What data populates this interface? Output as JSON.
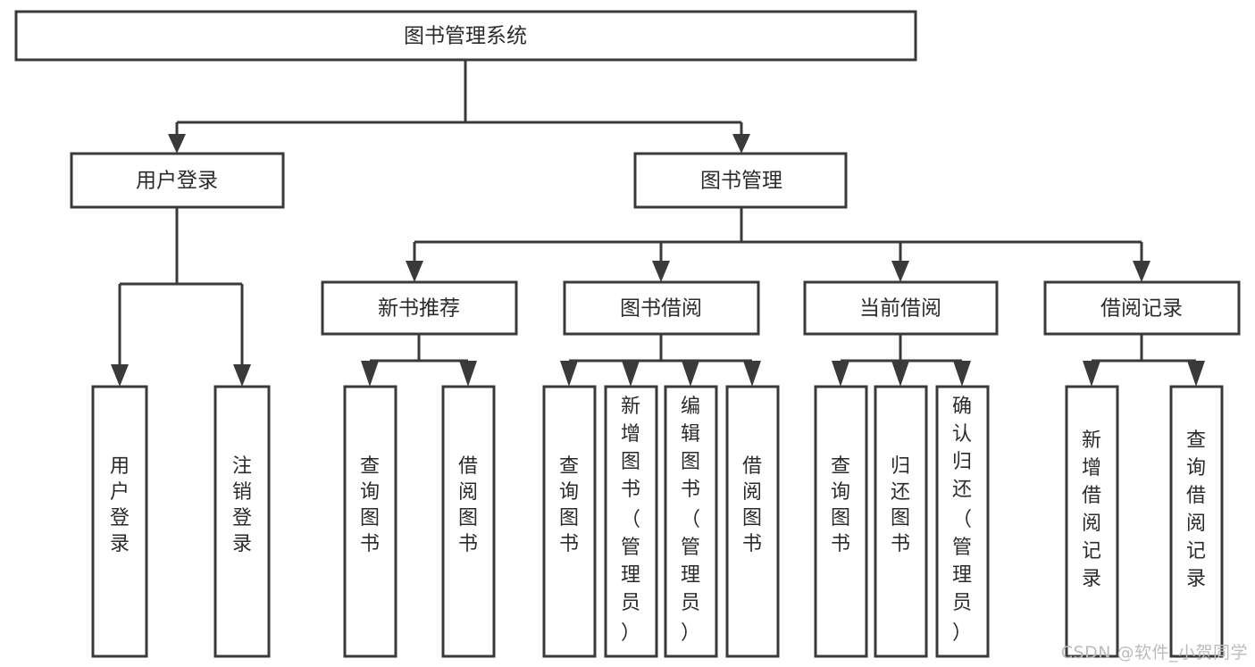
{
  "diagram": {
    "type": "tree-hierarchy-flowchart",
    "title": "图书管理系统",
    "watermark": "CSDN @软件_小贺同学",
    "colors": {
      "stroke": "#3a3a3a",
      "fill": "#ffffff",
      "text": "#2b2b2b",
      "watermark": "#bcbcbc",
      "background": "#ffffff"
    },
    "levels": {
      "root": {
        "label": "图书管理系统",
        "orientation": "horizontal"
      },
      "level2": [
        {
          "label": "用户登录",
          "orientation": "horizontal"
        },
        {
          "label": "图书管理",
          "orientation": "horizontal"
        }
      ],
      "level3": [
        {
          "label": "新书推荐",
          "orientation": "horizontal",
          "parent": "图书管理"
        },
        {
          "label": "图书借阅",
          "orientation": "horizontal",
          "parent": "图书管理"
        },
        {
          "label": "当前借阅",
          "orientation": "horizontal",
          "parent": "图书管理"
        },
        {
          "label": "借阅记录",
          "orientation": "horizontal",
          "parent": "图书管理"
        }
      ],
      "leaves": [
        {
          "label": "用户登录",
          "parent": "用户登录",
          "orientation": "vertical"
        },
        {
          "label": "注销登录",
          "parent": "用户登录",
          "orientation": "vertical"
        },
        {
          "label": "查询图书",
          "parent": "新书推荐",
          "orientation": "vertical"
        },
        {
          "label": "借阅图书",
          "parent": "新书推荐",
          "orientation": "vertical"
        },
        {
          "label": "查询图书",
          "parent": "图书借阅",
          "orientation": "vertical"
        },
        {
          "label": "新增图书（管理员）",
          "parent": "图书借阅",
          "orientation": "vertical"
        },
        {
          "label": "编辑图书（管理员）",
          "parent": "图书借阅",
          "orientation": "vertical"
        },
        {
          "label": "借阅图书",
          "parent": "图书借阅",
          "orientation": "vertical"
        },
        {
          "label": "查询图书",
          "parent": "当前借阅",
          "orientation": "vertical"
        },
        {
          "label": "归还图书",
          "parent": "当前借阅",
          "orientation": "vertical"
        },
        {
          "label": "确认归还（管理员）",
          "parent": "当前借阅",
          "orientation": "vertical"
        },
        {
          "label": "新增借阅记录",
          "parent": "借阅记录",
          "orientation": "vertical"
        },
        {
          "label": "查询借阅记录",
          "parent": "借阅记录",
          "orientation": "vertical"
        }
      ]
    },
    "node_labels": {
      "root": "图书管理系统",
      "user_login": "用户登录",
      "book_manage": "图书管理",
      "new_book_rec": "新书推荐",
      "book_borrow": "图书借阅",
      "current_borrow": "当前借阅",
      "borrow_record": "借阅记录",
      "leaf_user_login": "用户登录",
      "leaf_logout": "注销登录",
      "leaf_query_book_a": "查询图书",
      "leaf_borrow_book_a": "借阅图书",
      "leaf_query_book_b": "查询图书",
      "leaf_add_book_admin": "新增图书（管理员）",
      "leaf_edit_book_admin": "编辑图书（管理员）",
      "leaf_borrow_book_b": "借阅图书",
      "leaf_query_book_c": "查询图书",
      "leaf_return_book": "归还图书",
      "leaf_confirm_return_admin": "确认归还（管理员）",
      "leaf_add_borrow_record": "新增借阅记录",
      "leaf_query_borrow_record": "查询借阅记录"
    }
  }
}
